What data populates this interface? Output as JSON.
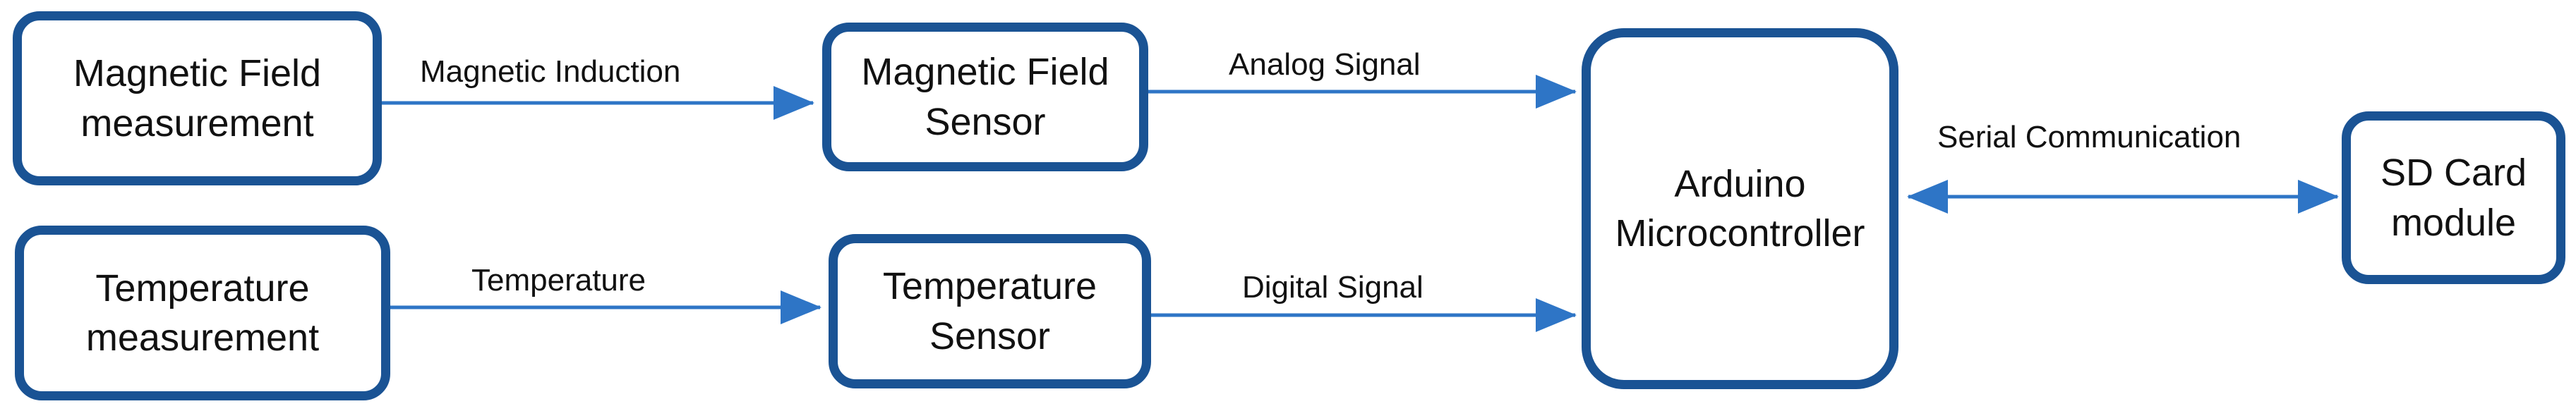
{
  "nodes": {
    "magnetic_measurement": {
      "line1": "Magnetic Field",
      "line2": "measurement"
    },
    "temperature_measurement": {
      "line1": "Temperature",
      "line2": "measurement"
    },
    "magnetic_sensor": {
      "line1": "Magnetic Field",
      "line2": "Sensor"
    },
    "temperature_sensor": {
      "line1": "Temperature",
      "line2": "Sensor"
    },
    "arduino": {
      "line1": "Arduino",
      "line2": "Microcontroller"
    },
    "sd_card": {
      "line1": "SD Card",
      "line2": "module"
    }
  },
  "edges": {
    "magnetic_induction": "Magnetic Induction",
    "temperature": "Temperature",
    "analog_signal": "Analog Signal",
    "digital_signal": "Digital Signal",
    "serial_communication": "Serial Communication"
  },
  "colors": {
    "box_border": "#1a5394",
    "arrow": "#2e75c6"
  }
}
